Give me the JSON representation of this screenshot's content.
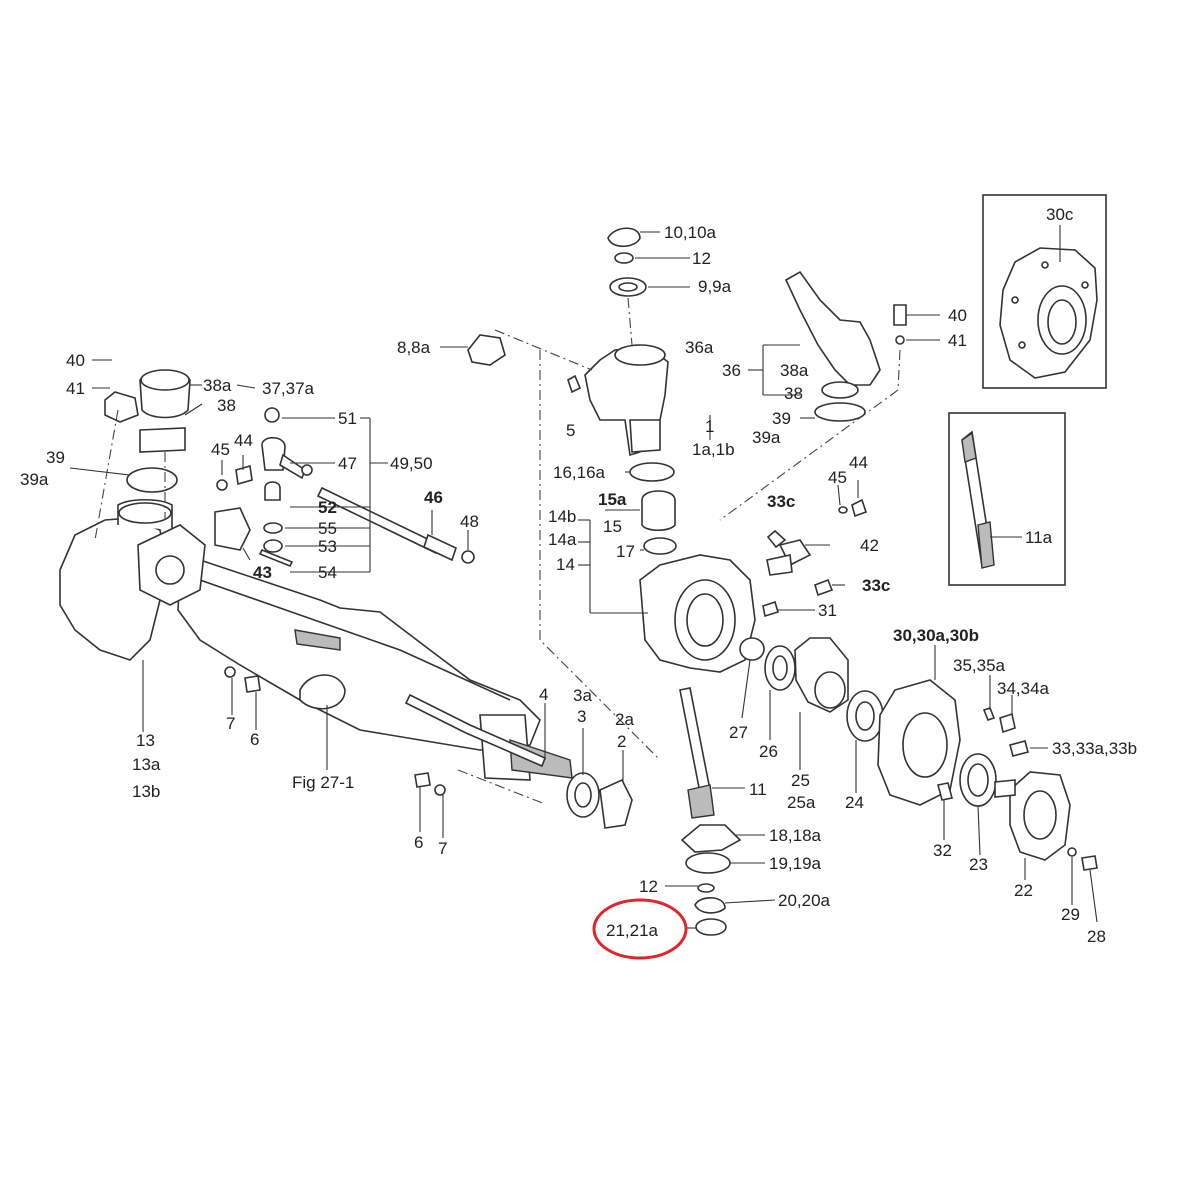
{
  "labels": {
    "l_10_10a": "10,10a",
    "l_12_top": "12",
    "l_9_9a": "9,9a",
    "l_30c": "30c",
    "l_8_8a": "8,8a",
    "l_36a": "36a",
    "l_36": "36",
    "l_38a_r": "38a",
    "l_38_r": "38",
    "l_39_r": "39",
    "l_39a_r": "39a",
    "l_40_r": "40",
    "l_41_r": "41",
    "l_5": "5",
    "l_1": "1",
    "l_1a_1b": "1a,1b",
    "l_40_l": "40",
    "l_41_l": "41",
    "l_38a_l": "38a",
    "l_37_37a": "37,37a",
    "l_38_l": "38",
    "l_51": "51",
    "l_44_l": "44",
    "l_45_l": "45",
    "l_47": "47",
    "l_49_50": "49,50",
    "l_39_l": "39",
    "l_39a_l": "39a",
    "l_52": "52",
    "l_46": "46",
    "l_48": "48",
    "l_55": "55",
    "l_53": "53",
    "l_54": "54",
    "l_43": "43",
    "l_16_16a": "16,16a",
    "l_15a": "15a",
    "l_15": "15",
    "l_14b": "14b",
    "l_14a": "14a",
    "l_14": "14",
    "l_17": "17",
    "l_33c_a": "33c",
    "l_44_r": "44",
    "l_45_r": "45",
    "l_42": "42",
    "l_33c_b": "33c",
    "l_31": "31",
    "l_11a": "11a",
    "l_30_30a_30b": "30,30a,30b",
    "l_35_35a": "35,35a",
    "l_34_34a": "34,34a",
    "l_33_33a_33b": "33,33a,33b",
    "l_7_a": "7",
    "l_6_a": "6",
    "l_13": "13",
    "l_13a": "13a",
    "l_13b": "13b",
    "l_fig": "Fig 27-1",
    "l_4": "4",
    "l_3a": "3a",
    "l_3": "3",
    "l_2a": "2a",
    "l_2": "2",
    "l_27": "27",
    "l_26": "26",
    "l_25": "25",
    "l_25a": "25a",
    "l_24": "24",
    "l_11": "11",
    "l_6_b": "6",
    "l_7_b": "7",
    "l_18_18a": "18,18a",
    "l_19_19a": "19,19a",
    "l_12_bot": "12",
    "l_20_20a": "20,20a",
    "l_21_21a": "21,21a",
    "l_32": "32",
    "l_23": "23",
    "l_22": "22",
    "l_29": "29",
    "l_28": "28"
  },
  "colors": {
    "highlight": "#e0262b",
    "line": "#333333",
    "background": "#ffffff"
  }
}
